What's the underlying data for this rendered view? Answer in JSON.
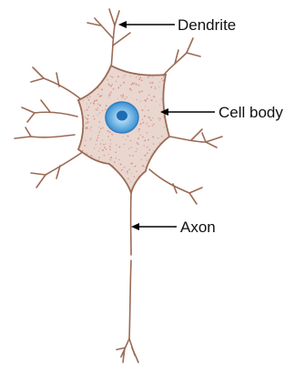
{
  "labels": {
    "dendrite": "Dendrite",
    "cell_body": "Cell body",
    "axon": "Axon"
  },
  "colors": {
    "membrane": "#9b6b55",
    "cytoplasm": "#e9d6cf",
    "speckle": "#c2675a",
    "nucleus": "#4a9fd8",
    "nucleolus": "#1d6db4",
    "pointer": "#000000"
  },
  "icons": {
    "pointer": "arrow-left-icon"
  }
}
